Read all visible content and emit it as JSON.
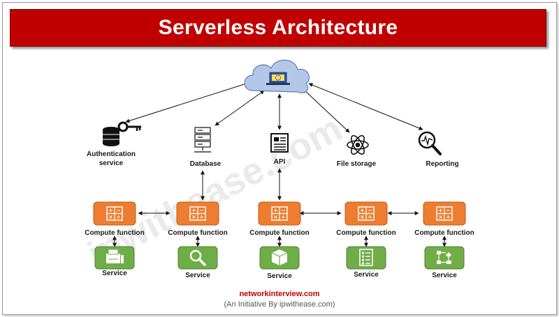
{
  "title": "Serverless Architecture",
  "watermark": "ipwithease.com",
  "top_nodes": [
    {
      "label": "Authentication",
      "label2": "service",
      "icon": "database-key-icon"
    },
    {
      "label": "Database",
      "icon": "server-rack-icon"
    },
    {
      "label": "API",
      "icon": "document-icon"
    },
    {
      "label": "File storage",
      "icon": "atom-icon"
    },
    {
      "label": "Reporting",
      "icon": "magnifier-chart-icon"
    }
  ],
  "compute_label": "Compute function",
  "service_label": "Service",
  "service_icons": [
    "printer-icon",
    "search-icon",
    "box-icon",
    "checklist-icon",
    "flowchart-icon"
  ],
  "footer": {
    "site": "networkinterview.com",
    "tagline": "(An Initiative By ipwithease.com)"
  },
  "colors": {
    "title_bg": "#c00000",
    "compute": "#ed7d31",
    "service": "#70ad47",
    "cloud": "#b4c7e7"
  }
}
